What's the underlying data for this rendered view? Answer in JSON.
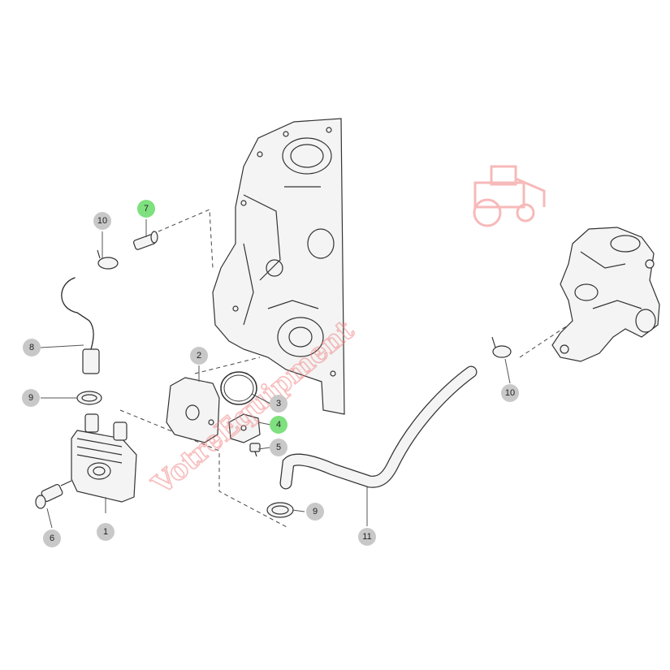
{
  "colors": {
    "callout_default": "#c8c8c8",
    "callout_highlight": "#7ee07e",
    "watermark": "#f08080"
  },
  "watermark": {
    "text": "VotreEquipment",
    "icon": "tractor-icon"
  },
  "callouts": [
    {
      "id": "callout-1",
      "label": "1",
      "highlight": false
    },
    {
      "id": "callout-2",
      "label": "2",
      "highlight": false
    },
    {
      "id": "callout-3",
      "label": "3",
      "highlight": false
    },
    {
      "id": "callout-4",
      "label": "4",
      "highlight": true
    },
    {
      "id": "callout-5",
      "label": "5",
      "highlight": false
    },
    {
      "id": "callout-6",
      "label": "6",
      "highlight": false
    },
    {
      "id": "callout-7",
      "label": "7",
      "highlight": true
    },
    {
      "id": "callout-8",
      "label": "8",
      "highlight": false
    },
    {
      "id": "callout-9a",
      "label": "9",
      "highlight": false
    },
    {
      "id": "callout-9b",
      "label": "9",
      "highlight": false
    },
    {
      "id": "callout-10a",
      "label": "10",
      "highlight": false
    },
    {
      "id": "callout-10b",
      "label": "10",
      "highlight": false
    },
    {
      "id": "callout-11",
      "label": "11",
      "highlight": false
    }
  ]
}
